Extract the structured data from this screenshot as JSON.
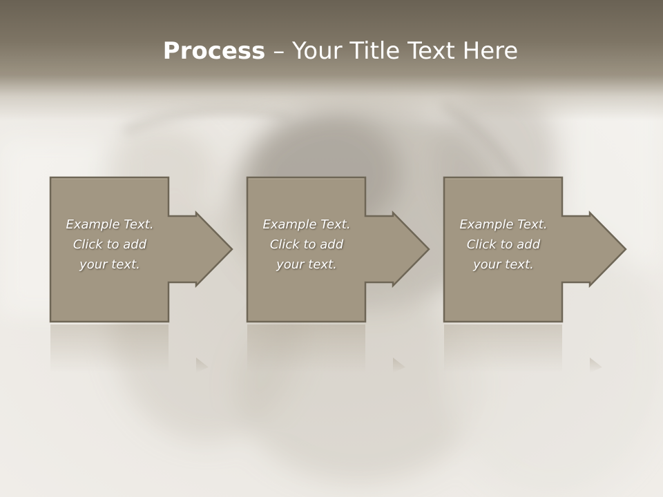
{
  "slide": {
    "title_strong": "Process",
    "title_sep": " – ",
    "title_rest": "Your Title Text Here"
  },
  "steps": [
    {
      "text": "Example Text.\nClick  to add\nyour text."
    },
    {
      "text": "Example Text.\nClick  to add\nyour text."
    },
    {
      "text": "Example Text.\nClick  to add\nyour text."
    }
  ],
  "colors": {
    "title_bar": "#7e7565",
    "box_fill": "#a29783",
    "box_border": "#6e6656",
    "text": "#ffffff"
  }
}
